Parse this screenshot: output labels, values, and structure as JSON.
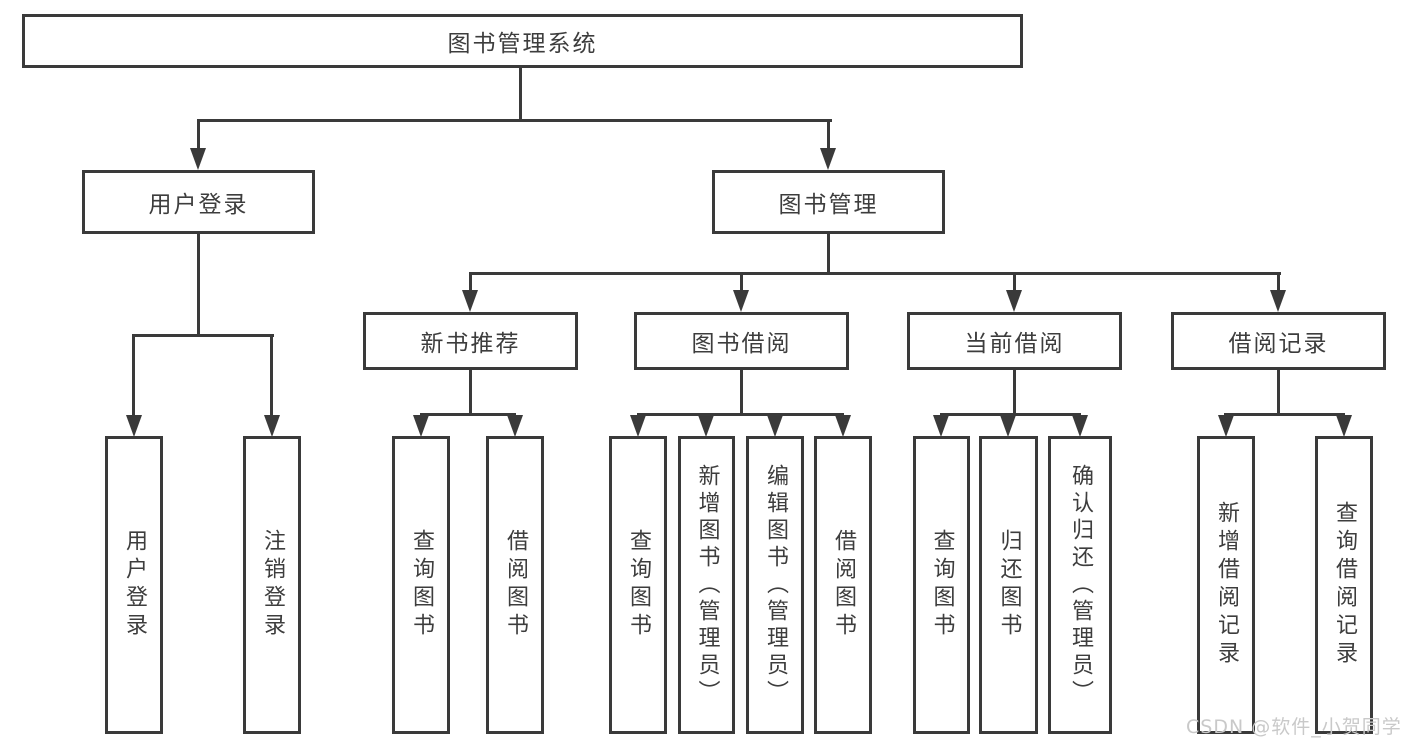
{
  "tree": {
    "label": "图书管理系统",
    "children": [
      {
        "label": "用户登录",
        "children": [
          {
            "label": "用户登录"
          },
          {
            "label": "注销登录"
          }
        ]
      },
      {
        "label": "图书管理",
        "children": [
          {
            "label": "新书推荐",
            "children": [
              {
                "label": "查询图书"
              },
              {
                "label": "借阅图书"
              }
            ]
          },
          {
            "label": "图书借阅",
            "children": [
              {
                "label": "查询图书"
              },
              {
                "label": "新增图书（管理员）"
              },
              {
                "label": "编辑图书（管理员）"
              },
              {
                "label": "借阅图书"
              }
            ]
          },
          {
            "label": "当前借阅",
            "children": [
              {
                "label": "查询图书"
              },
              {
                "label": "归还图书"
              },
              {
                "label": "确认归还（管理员）"
              }
            ]
          },
          {
            "label": "借阅记录",
            "children": [
              {
                "label": "新增借阅记录"
              },
              {
                "label": "查询借阅记录"
              }
            ]
          }
        ]
      }
    ]
  },
  "watermark": "CSDN @软件_小贺同学",
  "colors": {
    "line": "#3a3a3a",
    "text": "#3d3d3d",
    "background": "#ffffff",
    "watermark": "#c9c9c9"
  }
}
